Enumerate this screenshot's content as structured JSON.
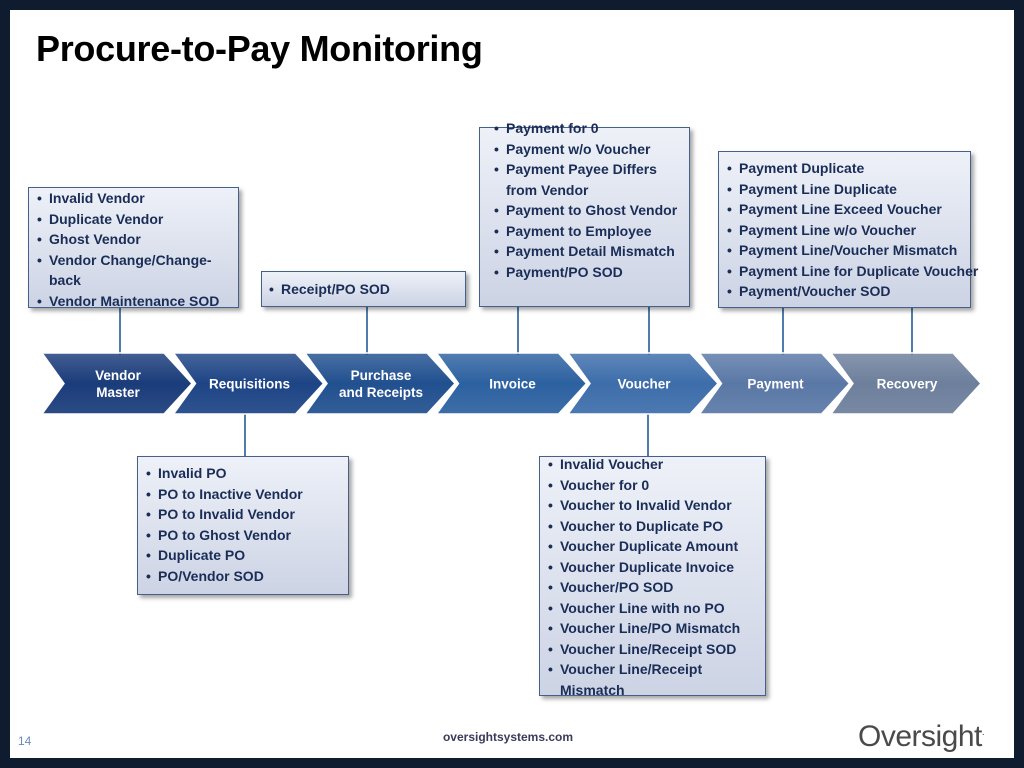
{
  "title": "Procure-to-Pay Monitoring",
  "stages": [
    "Vendor\nMaster",
    "Requisitions",
    "Purchase\nand Receipts",
    "Invoice",
    "Voucher",
    "Payment",
    "Recovery"
  ],
  "colors": [
    "#1a3c7a",
    "#1d4485",
    "#21508f",
    "#2c61a0",
    "#3d6daa",
    "#5a78a6",
    "#6d7f9c"
  ],
  "boxes": {
    "vendor_master": [
      "Invalid Vendor",
      "Duplicate Vendor",
      "Ghost Vendor",
      "Vendor Change/Change-back",
      "Vendor Maintenance SOD"
    ],
    "purchase_receipts": [
      "Receipt/PO SOD"
    ],
    "invoice": [
      "Payment for 0",
      "Payment w/o Voucher",
      "Payment Payee Differs from Vendor",
      "Payment to Ghost Vendor",
      "Payment to Employee",
      "Payment Detail Mismatch",
      "Payment/PO SOD"
    ],
    "payment": [
      "Payment Duplicate",
      "Payment Line Duplicate",
      "Payment Line Exceed Voucher",
      "Payment Line w/o Voucher",
      "Payment Line/Voucher Mismatch",
      "Payment Line for Duplicate Voucher",
      "Payment/Voucher SOD"
    ],
    "requisitions": [
      "Invalid PO",
      "PO to Inactive Vendor",
      "PO to Invalid Vendor",
      "PO to Ghost Vendor",
      "Duplicate PO",
      "PO/Vendor SOD"
    ],
    "voucher": [
      "Invalid Voucher",
      "Voucher for 0",
      "Voucher to Invalid Vendor",
      "Voucher to Duplicate PO",
      "Voucher Duplicate Amount",
      "Voucher Duplicate Invoice",
      "Voucher/PO SOD",
      "Voucher Line with no PO",
      "Voucher Line/PO Mismatch",
      "Voucher Line/Receipt SOD",
      "Voucher Line/Receipt Mismatch"
    ]
  },
  "footer": {
    "url": "oversightsystems.com",
    "page": "14",
    "logo": "Oversight"
  }
}
